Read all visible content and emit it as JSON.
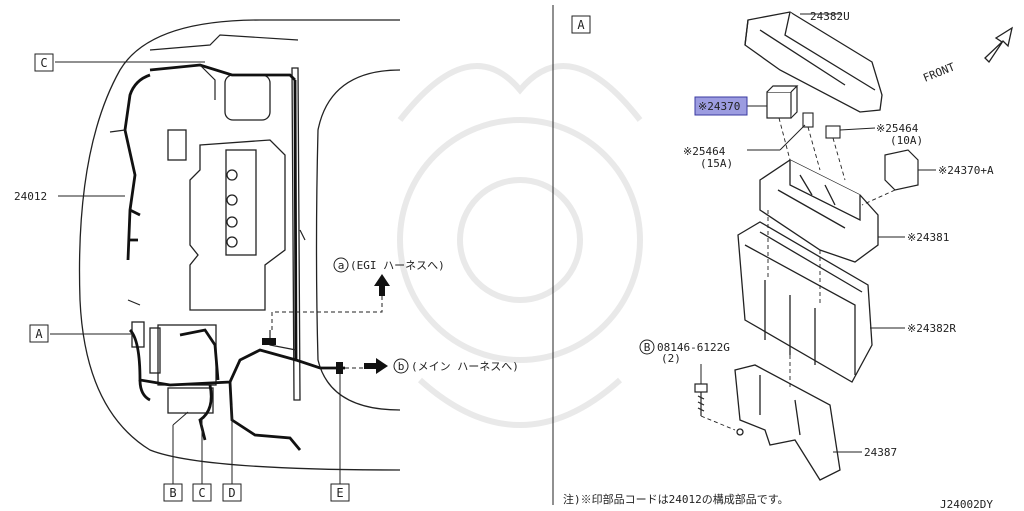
{
  "left_panel": {
    "box_labels": [
      "C",
      "A",
      "B",
      "C",
      "D",
      "E"
    ],
    "part_24012": "24012",
    "ref_a_marker": "a",
    "ref_a_text": "(EGI ハーネスへ)",
    "ref_b_marker": "b",
    "ref_b_text": "(メイン ハーネスへ)"
  },
  "right_panel": {
    "box_label": "A",
    "parts": {
      "p24382U": "24382U",
      "p24370": "※24370",
      "p25464_10": "※25464",
      "p25464_10_sub": "(10A)",
      "p25464_15": "※25464",
      "p25464_15_sub": "(15A)",
      "p24370A": "※24370+A",
      "p24381": "※24381",
      "p24382R": "※24382R",
      "bolt_marker": "B",
      "bolt": "08146-6122G",
      "bolt_qty": "(2)",
      "p24387": "24387"
    },
    "front_label": "FRONT",
    "note": "注)※印部品コードは24012の構成部品です。",
    "diagram_code": "J24002DY"
  },
  "colors": {
    "line": "#222222",
    "highlight": "#9c9ce0",
    "highlight_border": "#3a3aa0",
    "watermark": "#e9e9e9"
  }
}
